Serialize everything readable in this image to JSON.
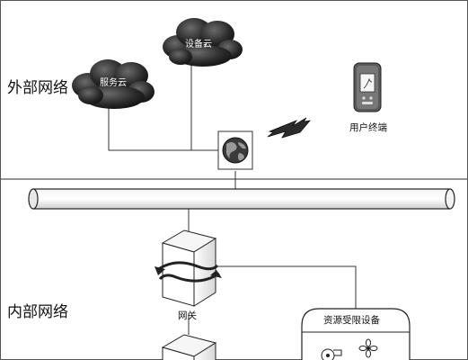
{
  "regions": {
    "external": "外部网络",
    "internal": "内部网络"
  },
  "nodes": {
    "service_cloud": "服务云",
    "device_cloud": "设备云",
    "user_terminal": "用户终端",
    "gateway": "网关",
    "restricted_device": "资源受限设备"
  },
  "icons": {
    "cloud": "cloud-icon",
    "globe": "globe-icon",
    "lightning": "lightning-bolt-icon",
    "phone": "mobile-phone-icon",
    "gateway": "gateway-cube-icon",
    "pipe": "network-bus-pipe",
    "fan": "fan-icon",
    "flower": "flower-icon"
  }
}
